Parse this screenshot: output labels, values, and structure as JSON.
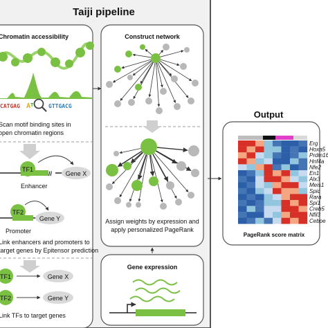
{
  "pipeline": {
    "title": "Taiji pipeline",
    "chromatin": {
      "title": "Chromatin accessibility",
      "scan_line1": "Scan motif binding sites in",
      "scan_line2": "open chromatin regions",
      "tf1": "TF1",
      "tf2": "TF2",
      "gene_x": "Gene X",
      "gene_y": "Gene Y",
      "enhancer": "Enhancer",
      "promoter": "Promoter",
      "link_line1": "Link enhancers and promoters to",
      "link_line2": "target genes by Epitensor prediction",
      "final_caption": "Link TFs to target genes"
    },
    "network": {
      "title": "Construct network",
      "assign_line1": "Assign weights by expression and",
      "assign_line2": "apply personalized PageRank"
    },
    "expression": {
      "title": "Gene expression"
    }
  },
  "output": {
    "title": "Output",
    "caption": "PageRank score matrix",
    "genes": [
      "Erg",
      "Hoxa5",
      "Prdm16",
      "Hnf4a",
      "Nfe2",
      "En1",
      "Alx3",
      "Meis1",
      "Spic",
      "Rara",
      "Spi1",
      "Creb5",
      "Nfil3",
      "Cebpe"
    ],
    "heatmap_rows": [
      "RRrLbBBb",
      "RrRLLBbB",
      "rRlLbBbL",
      "RrLlBBLb",
      "lLrRbLBb",
      "BbLRrRLl",
      "bBlRRrlL",
      "BblLrRRl",
      "bBLlRrrL",
      "BbBLlrRR",
      "bBbLLRrR",
      "BLbllRRr",
      "bBBlLrRR",
      "BbLblRrR"
    ]
  },
  "colors": {
    "green": "#7ac143",
    "grey": "#b8b8b8",
    "border": "#555555",
    "strong_red": "#d73027",
    "light_red": "#f4a582",
    "light_blue": "#92c5de",
    "strong_blue": "#2c5fa8"
  }
}
